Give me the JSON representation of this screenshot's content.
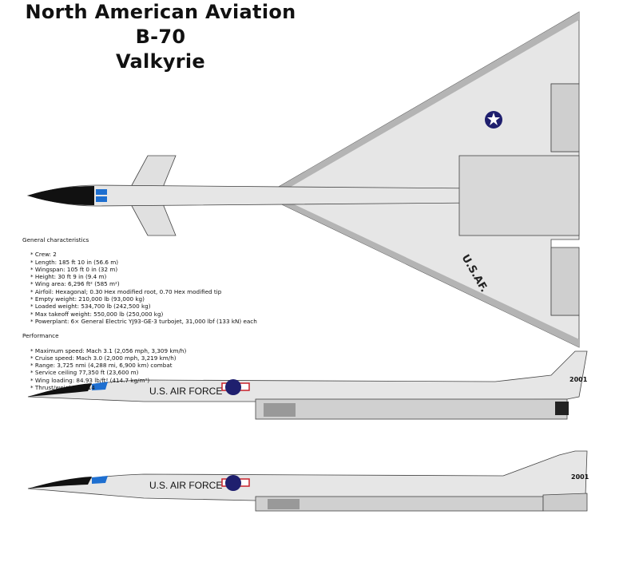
{
  "title": {
    "line1": "North American Aviation B-70",
    "line2": "Valkyrie"
  },
  "general": {
    "heading": "General characteristics",
    "items": [
      "* Crew: 2",
      "* Length: 185 ft 10 in (56.6 m)",
      "* Wingspan: 105 ft 0 in (32 m)",
      "* Height: 30 ft 9 in (9.4 m)",
      "* Wing area: 6,296 ft² (585 m²)",
      "* Airfoil: Hexagonal; 0.30 Hex modified root, 0.70 Hex modified tip",
      "* Empty weight: 210,000 lb (93,000 kg)",
      "* Loaded weight: 534,700 lb (242,500 kg)",
      "* Max takeoff weight: 550,000 lb (250,000 kg)",
      "* Powerplant: 6× General Electric YJ93-GE-3 turbojet, 31,000 lbf (133 kN) each"
    ]
  },
  "performance": {
    "heading": "Performance",
    "items": [
      "* Maximum speed: Mach 3.1 (2,056 mph, 3,309 km/h)",
      "* Cruise speed: Mach 3.0 (2,000 mph, 3,219 km/h)",
      "* Range: 3,725 nmi (4,288 mi, 6,900 km) combat",
      "* Service ceiling 77,350 ft (23,600 m)",
      "* Wing loading: 84.93 lb/ft² (414.7 kg/m²)",
      "* Thrust/weight: 0.314"
    ]
  },
  "markings": {
    "wing": "U.S.AF.",
    "fuselage": "U.S. AIR FORCE",
    "tail_number": "2001"
  },
  "colors": {
    "body": "#e6e6e6",
    "panel": "#b4b4b4",
    "roundel": "#1f1f6e",
    "stripe": "#c8202a",
    "canopy": "#1e6fd0"
  }
}
